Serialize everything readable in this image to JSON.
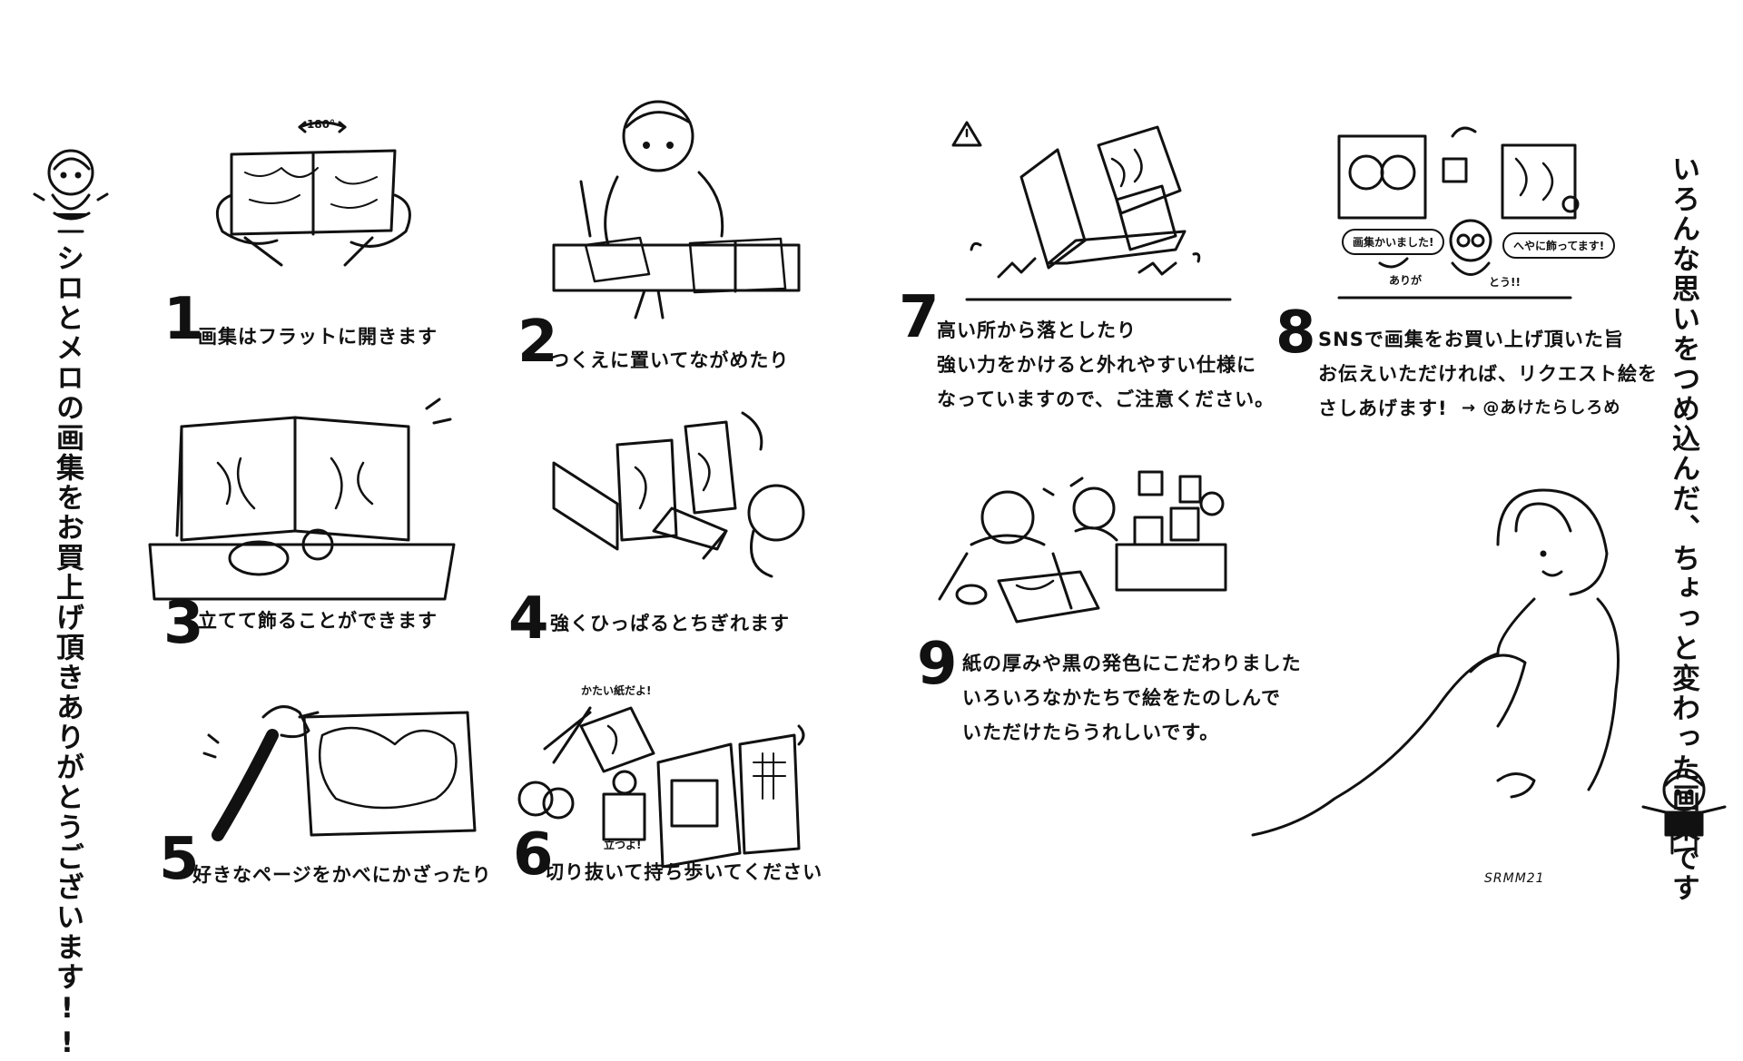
{
  "left_vertical": "シロとメロの画集をお買上げ頂きありがとうございます!!",
  "right_vertical": "いろんな思いをつめ込んだ、ちょっと変わった画集です",
  "steps": [
    {
      "num": "1",
      "text": "画集はフラットに開きます"
    },
    {
      "num": "2",
      "text": "つくえに置いてながめたり"
    },
    {
      "num": "3",
      "text": "立てて飾ることができます"
    },
    {
      "num": "4",
      "text": "強くひっぱるとちぎれます"
    },
    {
      "num": "5",
      "text": "好きなページをかべにかざったり"
    },
    {
      "num": "6",
      "text": "切り抜いて持ち歩いてください"
    },
    {
      "num": "7",
      "lines": [
        "高い所から落としたり",
        "強い力をかけると外れやすい仕様に",
        "なっていますので、ご注意ください。"
      ]
    },
    {
      "num": "8",
      "lines": [
        "SNSで画集をお買い上げ頂いた旨",
        "お伝えいただければ、リクエスト絵を",
        "さしあげます!"
      ],
      "handle": "→ @あけたらしろめ"
    },
    {
      "num": "9",
      "lines": [
        "紙の厚みや黒の発色にこだわりました",
        "いろいろなかたちで絵をたのしんで",
        "いただけたらうれしいです。"
      ]
    }
  ],
  "labels": {
    "angle": "180°",
    "paper_note": "かたい紙だよ!",
    "stand_note": "立つよ!",
    "bubble_left": "画集かいました!",
    "bubble_right": "へやに飾ってます!",
    "thanks_a": "ありが",
    "thanks_b": "とう!!",
    "signature": "SRMM21"
  }
}
